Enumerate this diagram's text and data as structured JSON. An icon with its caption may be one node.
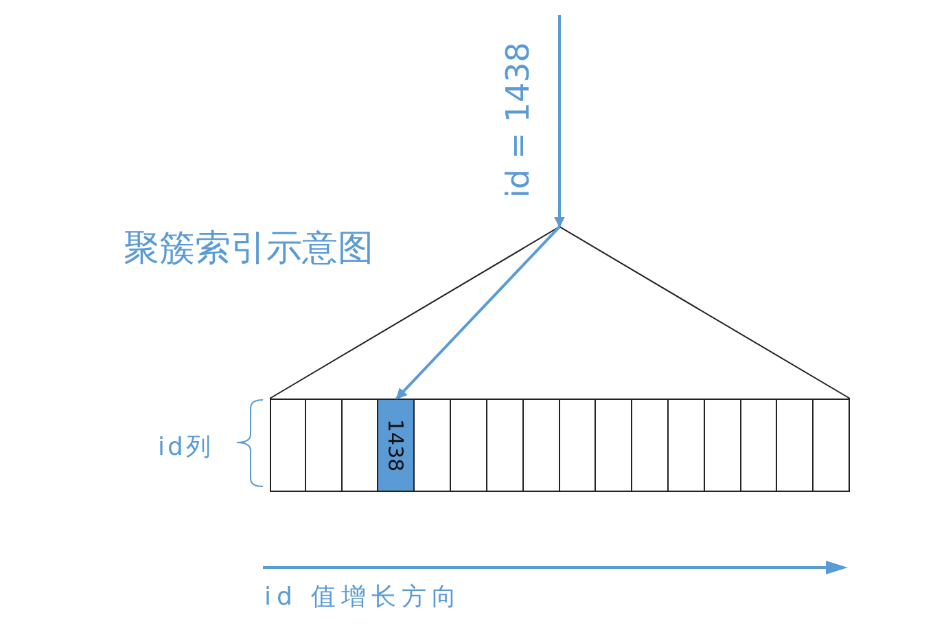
{
  "diagram": {
    "title": "聚簇索引示意图",
    "nodes": [
      {
        "text": [],
        "shape": "triangle"
      },
      {
        "text": [],
        "shape": "box"
      },
      {
        "text": [],
        "shape": "box"
      },
      {
        "text": [],
        "shape": "box"
      },
      {
        "text": [
          "1438"
        ]
      },
      {
        "text": [],
        "shape": "box"
      },
      {
        "text": [],
        "shape": "box"
      },
      {
        "text": [],
        "shape": "box"
      },
      {
        "text": [],
        "shape": "box"
      },
      {
        "text": [],
        "shape": "box"
      },
      {
        "text": [],
        "shape": "box"
      },
      {
        "text": [],
        "shape": "box"
      },
      {
        "text": [],
        "shape": "box"
      },
      {
        "text": [],
        "shape": "box"
      },
      {
        "text": [],
        "shape": "box"
      },
      {
        "text": [],
        "shape": "box"
      },
      {
        "text": [],
        "shape": "box"
      }
    ],
    "edges": [
      {
        "from": null,
        "to": 0,
        "arrow": "to",
        "label": "id = 1438"
      },
      {
        "from": 0,
        "to": 4,
        "arrow": "to"
      }
    ],
    "labels": [
      "id列",
      "id 值增长方向"
    ]
  }
}
